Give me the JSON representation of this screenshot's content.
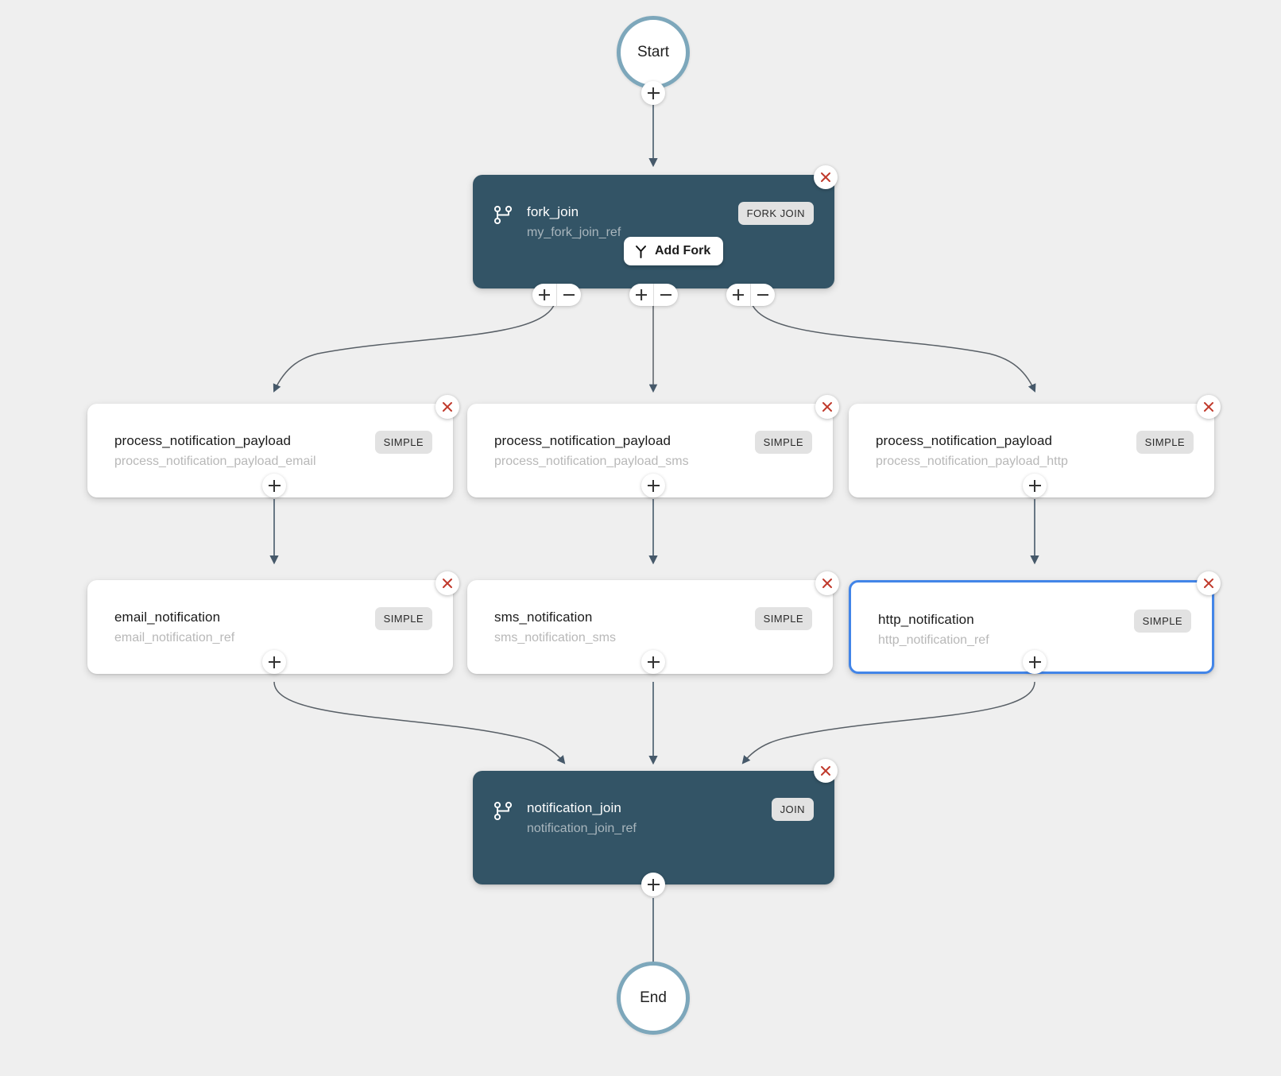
{
  "canvas": {
    "background": "#efefef",
    "dark_node_color": "#335466",
    "selected_border_color": "#4285e8",
    "terminal_border_color": "#7da7bb",
    "edge_color": "#4a5a68",
    "delete_icon_color": "#c0392b"
  },
  "terminals": {
    "start": {
      "label": "Start"
    },
    "end": {
      "label": "End"
    }
  },
  "buttons": {
    "add_fork_label": "Add Fork",
    "add_fork_icon": "fork-icon",
    "plus_icon": "plus-icon",
    "minus_icon": "minus-icon",
    "delete_icon": "close-x-icon"
  },
  "nodes": [
    {
      "id": "fork_join",
      "title": "fork_join",
      "subtitle": "my_fork_join_ref",
      "type_label": "FORK JOIN",
      "style": "dark",
      "icon": "git-branch-icon",
      "selected": false
    },
    {
      "id": "process_email",
      "title": "process_notification_payload",
      "subtitle": "process_notification_payload_email",
      "type_label": "SIMPLE",
      "style": "light",
      "selected": false
    },
    {
      "id": "process_sms",
      "title": "process_notification_payload",
      "subtitle": "process_notification_payload_sms",
      "type_label": "SIMPLE",
      "style": "light",
      "selected": false
    },
    {
      "id": "process_http",
      "title": "process_notification_payload",
      "subtitle": "process_notification_payload_http",
      "type_label": "SIMPLE",
      "style": "light",
      "selected": false
    },
    {
      "id": "email_notification",
      "title": "email_notification",
      "subtitle": "email_notification_ref",
      "type_label": "SIMPLE",
      "style": "light",
      "selected": false
    },
    {
      "id": "sms_notification",
      "title": "sms_notification",
      "subtitle": "sms_notification_sms",
      "type_label": "SIMPLE",
      "style": "light",
      "selected": false
    },
    {
      "id": "http_notification",
      "title": "http_notification",
      "subtitle": "http_notification_ref",
      "type_label": "SIMPLE",
      "style": "light",
      "selected": true
    },
    {
      "id": "notification_join",
      "title": "notification_join",
      "subtitle": "notification_join_ref",
      "type_label": "JOIN",
      "style": "dark",
      "icon": "git-branch-icon",
      "selected": false
    }
  ]
}
